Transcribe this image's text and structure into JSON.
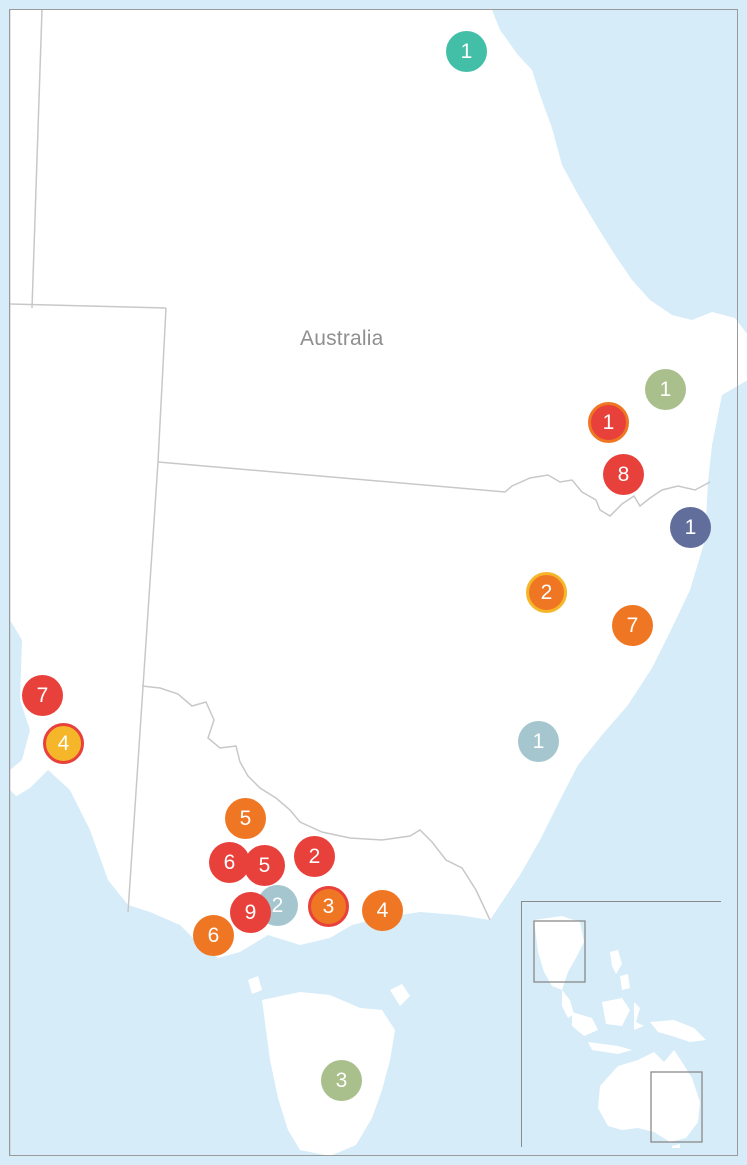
{
  "map": {
    "country_label": "Australia",
    "water_color": "#d6ecf8",
    "land_color": "#ffffff",
    "border_color": "#c8c8c8"
  },
  "legend_colors": {
    "red": "#e8413c",
    "orange": "#ef7623",
    "yellow": "#f6b629",
    "teal": "#43bfa7",
    "sage": "#a9c08c",
    "navy": "#616e9c",
    "light-blue": "#a5c6cf"
  },
  "markers": [
    {
      "id": "m01",
      "count": "1",
      "color": "teal"
    },
    {
      "id": "m02",
      "count": "1",
      "color": "sage"
    },
    {
      "id": "m03",
      "count": "1",
      "color": "red",
      "ring": "orange"
    },
    {
      "id": "m04",
      "count": "8",
      "color": "red"
    },
    {
      "id": "m05",
      "count": "1",
      "color": "navy"
    },
    {
      "id": "m06",
      "count": "2",
      "color": "orange",
      "ring": "yellow"
    },
    {
      "id": "m07",
      "count": "7",
      "color": "orange"
    },
    {
      "id": "m08",
      "count": "7",
      "color": "red"
    },
    {
      "id": "m09",
      "count": "4",
      "color": "yellow",
      "ring": "red"
    },
    {
      "id": "m10",
      "count": "1",
      "color": "light-blue"
    },
    {
      "id": "m11",
      "count": "5",
      "color": "orange"
    },
    {
      "id": "m12",
      "count": "2",
      "color": "red"
    },
    {
      "id": "m13",
      "count": "6",
      "color": "red"
    },
    {
      "id": "m14",
      "count": "5",
      "color": "red"
    },
    {
      "id": "m15",
      "count": "2",
      "color": "light-blue"
    },
    {
      "id": "m16",
      "count": "9",
      "color": "red"
    },
    {
      "id": "m17",
      "count": "3",
      "color": "orange",
      "ring": "red"
    },
    {
      "id": "m18",
      "count": "4",
      "color": "orange"
    },
    {
      "id": "m19",
      "count": "6",
      "color": "orange"
    },
    {
      "id": "m20",
      "count": "3",
      "color": "sage"
    }
  ]
}
